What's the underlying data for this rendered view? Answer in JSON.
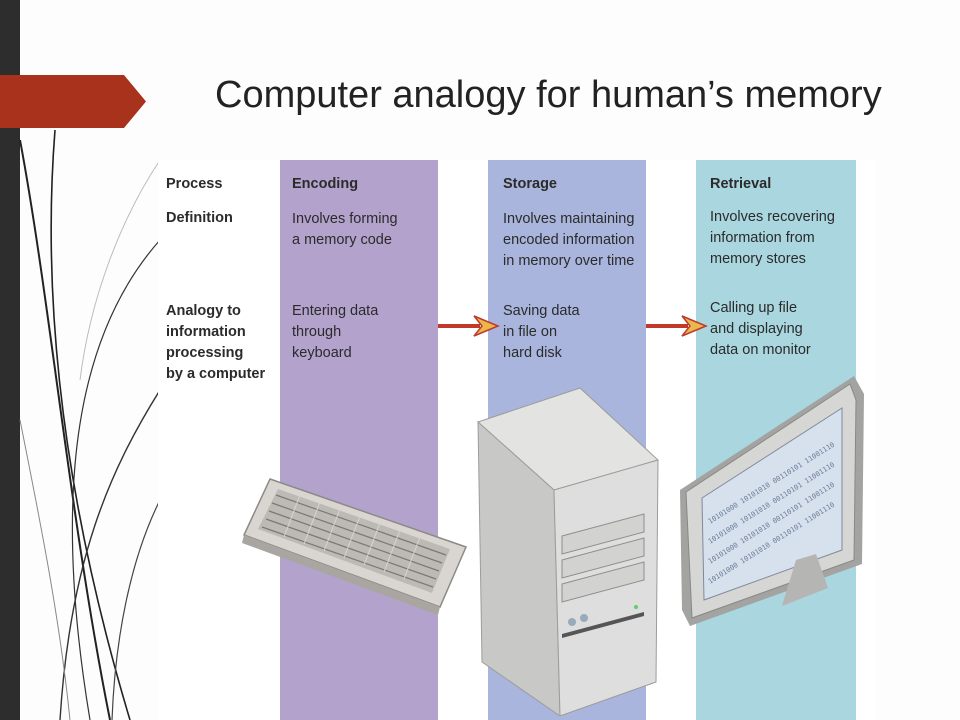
{
  "slide": {
    "title": "Computer analogy for human’s memory"
  },
  "figure": {
    "row_labels": {
      "process": "Process",
      "definition": "Definition",
      "analogy": "Analogy to\ninformation\nprocessing\nby a computer"
    },
    "stages": [
      {
        "name": "Encoding",
        "definition": "Involves forming\na memory code",
        "analogy": "Entering data\nthrough\nkeyboard",
        "device": "keyboard"
      },
      {
        "name": "Storage",
        "definition": "Involves maintaining\nencoded information\nin memory over time",
        "analogy": "Saving data\nin file on\nhard disk",
        "device": "computer-tower"
      },
      {
        "name": "Retrieval",
        "definition": "Involves recovering\ninformation from\nmemory stores",
        "analogy": "Calling up file\nand displaying\ndata on monitor",
        "device": "monitor"
      }
    ],
    "monitor_binary": "10101000 10101010 00110101 11001110",
    "colors": {
      "encoding": "#b3a2cc",
      "storage": "#a9b5dc",
      "retrieval": "#a9d6df",
      "accent": "#a8321b"
    }
  }
}
